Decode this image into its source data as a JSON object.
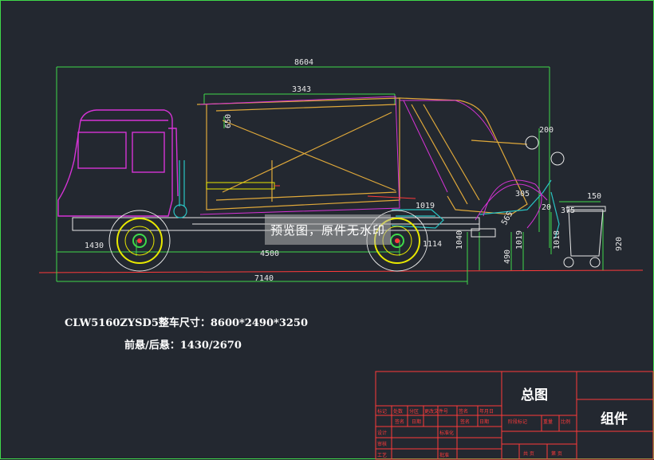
{
  "drawing": {
    "dimensions": {
      "overall_length": "8604",
      "body_length": "3343",
      "wheelbase": "4500",
      "total_7140": "7140",
      "front_overhang": "1430",
      "d_650": "650",
      "d_200": "200",
      "d_1019_top": "1019",
      "d_1114": "1114",
      "d_1040": "1040",
      "d_1019_side": "1019",
      "d_490": "490",
      "d_305": "305",
      "d_565": "565",
      "d_20": "20",
      "d_375": "375",
      "d_150": "150",
      "d_1018": "1018",
      "d_920": "920"
    },
    "caption": {
      "line1": "CLW5160ZYSD5整车尺寸：8600*2490*3250",
      "line2": "前悬/后悬：1430/2670"
    },
    "watermark": "预览图，原件无水印"
  },
  "title_block": {
    "title": "总图",
    "right_label": "组件",
    "row1": [
      "标记",
      "处数",
      "分区",
      "更改文件号",
      "签名",
      "年月日"
    ],
    "row2": [
      "设计",
      "",
      "标准化",
      "",
      "阶段标记",
      "重量",
      "比例"
    ],
    "row3": [
      "审核",
      ""
    ],
    "row4": [
      "工艺",
      "",
      "批准",
      "",
      "共 页",
      "第 页"
    ],
    "extra": [
      "签名",
      "日期",
      "签名",
      "日期"
    ]
  },
  "colors": {
    "background": "#232830",
    "cab": "#d633d6",
    "body": "#e0a93a",
    "wheels": "#e8e800",
    "dimension": "#3fd94a",
    "ground": "#ff3a3a",
    "title_block": "#ff3a3a",
    "hydraulic": "#29c4c4"
  }
}
